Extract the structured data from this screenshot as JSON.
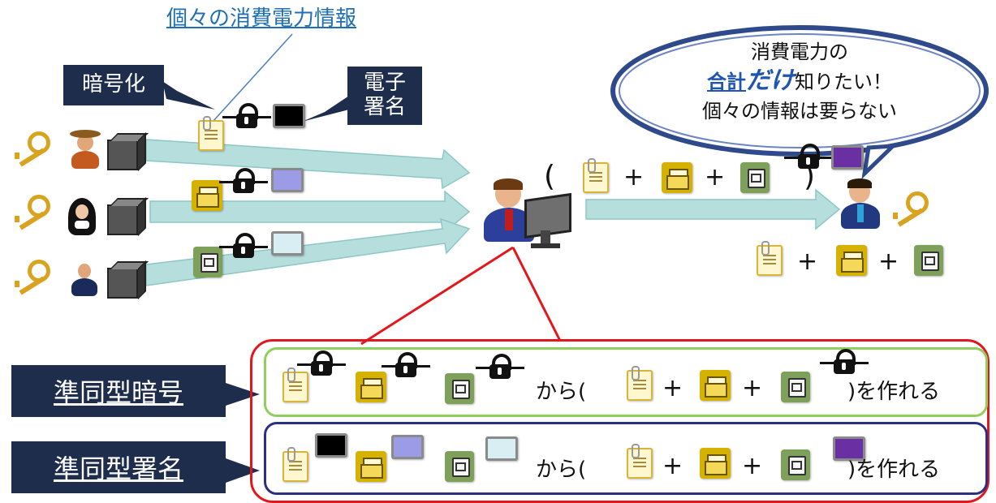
{
  "top_label": "個々の消費電力情報",
  "label_encryption": "暗号化",
  "label_signature_line1": "電子",
  "label_signature_line2": "署名",
  "bubble": {
    "line1": "消費電力の",
    "line2_a": "合計",
    "line2_b": "だけ",
    "line2_c": "知りたい！",
    "line3": "個々の情報は要らない"
  },
  "operators": {
    "plus": "+",
    "open_paren": "(",
    "close_paren": ")"
  },
  "rows": {
    "encryption": {
      "title": "準同型暗号",
      "from_text": "から(",
      "result_text": ")を作れる"
    },
    "signature": {
      "title": "準同型署名",
      "from_text": "から(",
      "result_text": ")を作れる"
    }
  },
  "colors": {
    "callout_bg": "#1f2d4d",
    "arrow_fill": "#b6dedd",
    "red_frame": "#e5161b",
    "green_frame": "#8fcf5b",
    "blue_frame": "#2d2e84",
    "sig_black": "#000000",
    "sig_lavender": "#9b9be6",
    "sig_light": "#d9eef2",
    "sig_purple": "#6a2fa3"
  }
}
